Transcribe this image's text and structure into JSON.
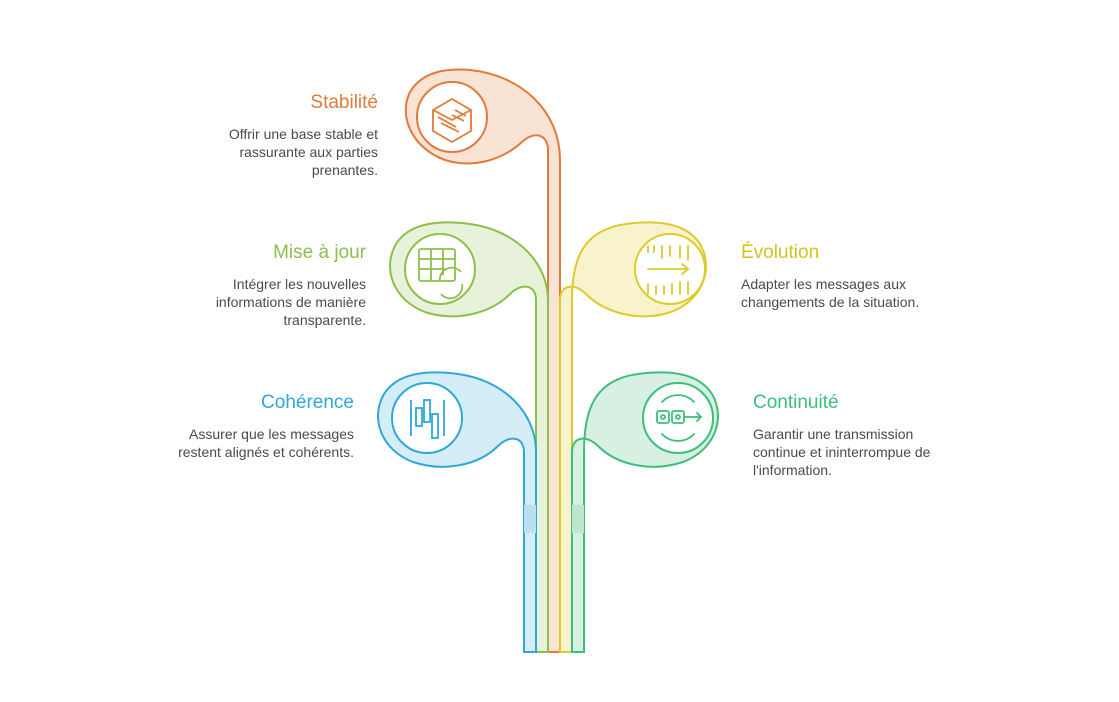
{
  "items": [
    {
      "title": "Stabilité",
      "desc": "Offrir une base stable et rassurante aux parties prenantes.",
      "color": "#E07B39",
      "fill": "#F8E3D4",
      "icon": "box-stack-icon"
    },
    {
      "title": "Mise à jour",
      "desc": "Intégrer les nouvelles informations de manière transparente.",
      "color": "#8CC04A",
      "fill": "#E8F1D9",
      "icon": "table-refresh-icon"
    },
    {
      "title": "Évolution",
      "desc": "Adapter les messages aux changements de la situation.",
      "color": "#DCCB2A",
      "fill": "#F8F3CC",
      "icon": "arrow-change-icon"
    },
    {
      "title": "Cohérence",
      "desc": "Assurer que les messages restent alignés et cohérents.",
      "color": "#2FA8D8",
      "fill": "#D4EDF7",
      "icon": "aligned-bars-icon"
    },
    {
      "title": "Continuité",
      "desc": "Garantir une transmission continue et ininterrompue de l'information.",
      "color": "#3DBF7C",
      "fill": "#D7F0E2",
      "icon": "link-arrow-icon"
    }
  ]
}
